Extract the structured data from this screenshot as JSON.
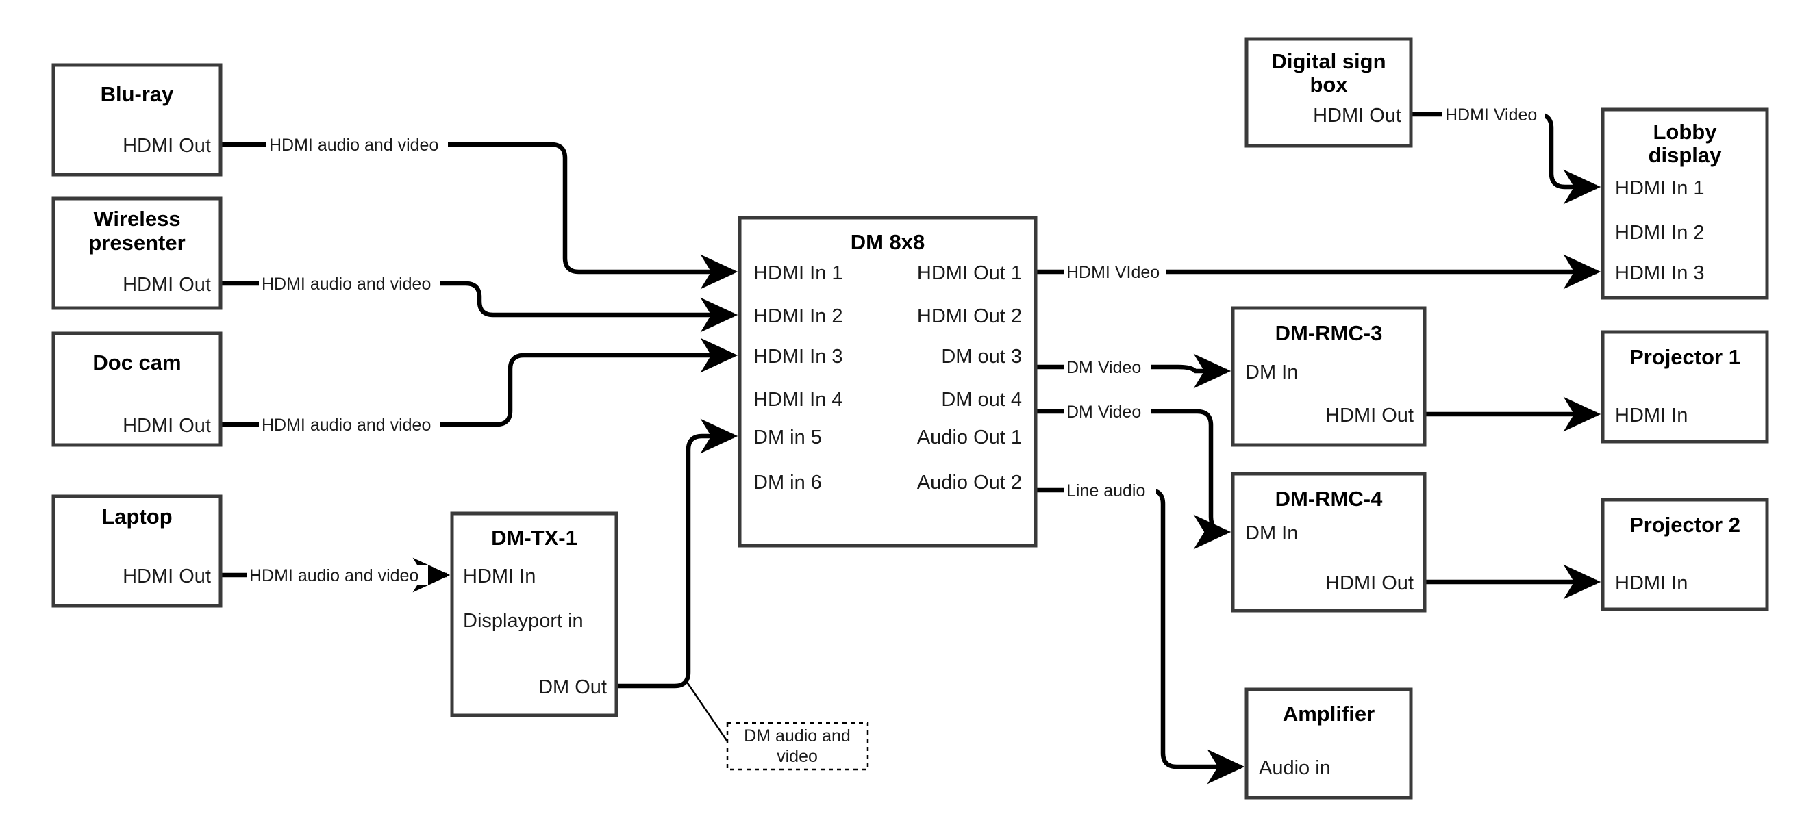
{
  "diagram": {
    "type": "av-signal-flow",
    "background": "#ffffff",
    "box_stroke": "#3a3a3a",
    "wire_color": "#000000"
  },
  "nodes": {
    "bluray": {
      "title": "Blu-ray",
      "port_out_1": "HDMI Out"
    },
    "wireless": {
      "title_line1": "Wireless",
      "title_line2": "presenter",
      "port_out_1": "HDMI Out"
    },
    "doccam": {
      "title": "Doc cam",
      "port_out_1": "HDMI Out"
    },
    "laptop": {
      "title": "Laptop",
      "port_out_1": "HDMI Out"
    },
    "dmtx1": {
      "title": "DM-TX-1",
      "port_in_1": "HDMI In",
      "port_in_2": "Displayport in",
      "port_out_1": "DM Out"
    },
    "dm8x8": {
      "title": "DM 8x8",
      "inputs": [
        "HDMI In 1",
        "HDMI In 2",
        "HDMI In 3",
        "HDMI In 4",
        "DM in 5",
        "DM in 6"
      ],
      "outputs": [
        "HDMI Out 1",
        "HDMI Out 2",
        "DM out 3",
        "DM out 4",
        "Audio Out 1",
        "Audio Out 2"
      ]
    },
    "digitalsign": {
      "title_line1": "Digital sign",
      "title_line2": "box",
      "port_out_1": "HDMI Out"
    },
    "lobbydisplay": {
      "title_line1": "Lobby",
      "title_line2": "display",
      "port_in_1": "HDMI In 1",
      "port_in_2": "HDMI In 2",
      "port_in_3": "HDMI In 3"
    },
    "dmrmc3": {
      "title": "DM-RMC-3",
      "port_in_1": "DM In",
      "port_out_1": "HDMI Out"
    },
    "dmrmc4": {
      "title": "DM-RMC-4",
      "port_in_1": "DM In",
      "port_out_1": "HDMI Out"
    },
    "projector1": {
      "title": "Projector 1",
      "port_in_1": "HDMI In"
    },
    "projector2": {
      "title": "Projector 2",
      "port_in_1": "HDMI In"
    },
    "amplifier": {
      "title": "Amplifier",
      "port_in_1": "Audio in"
    }
  },
  "notes": {
    "dm_audio_video": {
      "line1": "DM audio and",
      "line2": "video"
    }
  },
  "links": {
    "bluray_to_dm_in1": "HDMI audio and video",
    "wireless_to_dm_in2": "HDMI audio and video",
    "doccam_to_dm_in3": "HDMI audio and video",
    "laptop_to_dmtx1": "HDMI audio and video",
    "digitalsign_to_lobby1": "HDMI Video",
    "dm_out1_to_lobby3": "HDMI VIdeo",
    "dm_out3_to_rmc3": "DM Video",
    "dm_out4_to_rmc4": "DM Video",
    "dm_audio1_to_amp": "Line audio"
  }
}
